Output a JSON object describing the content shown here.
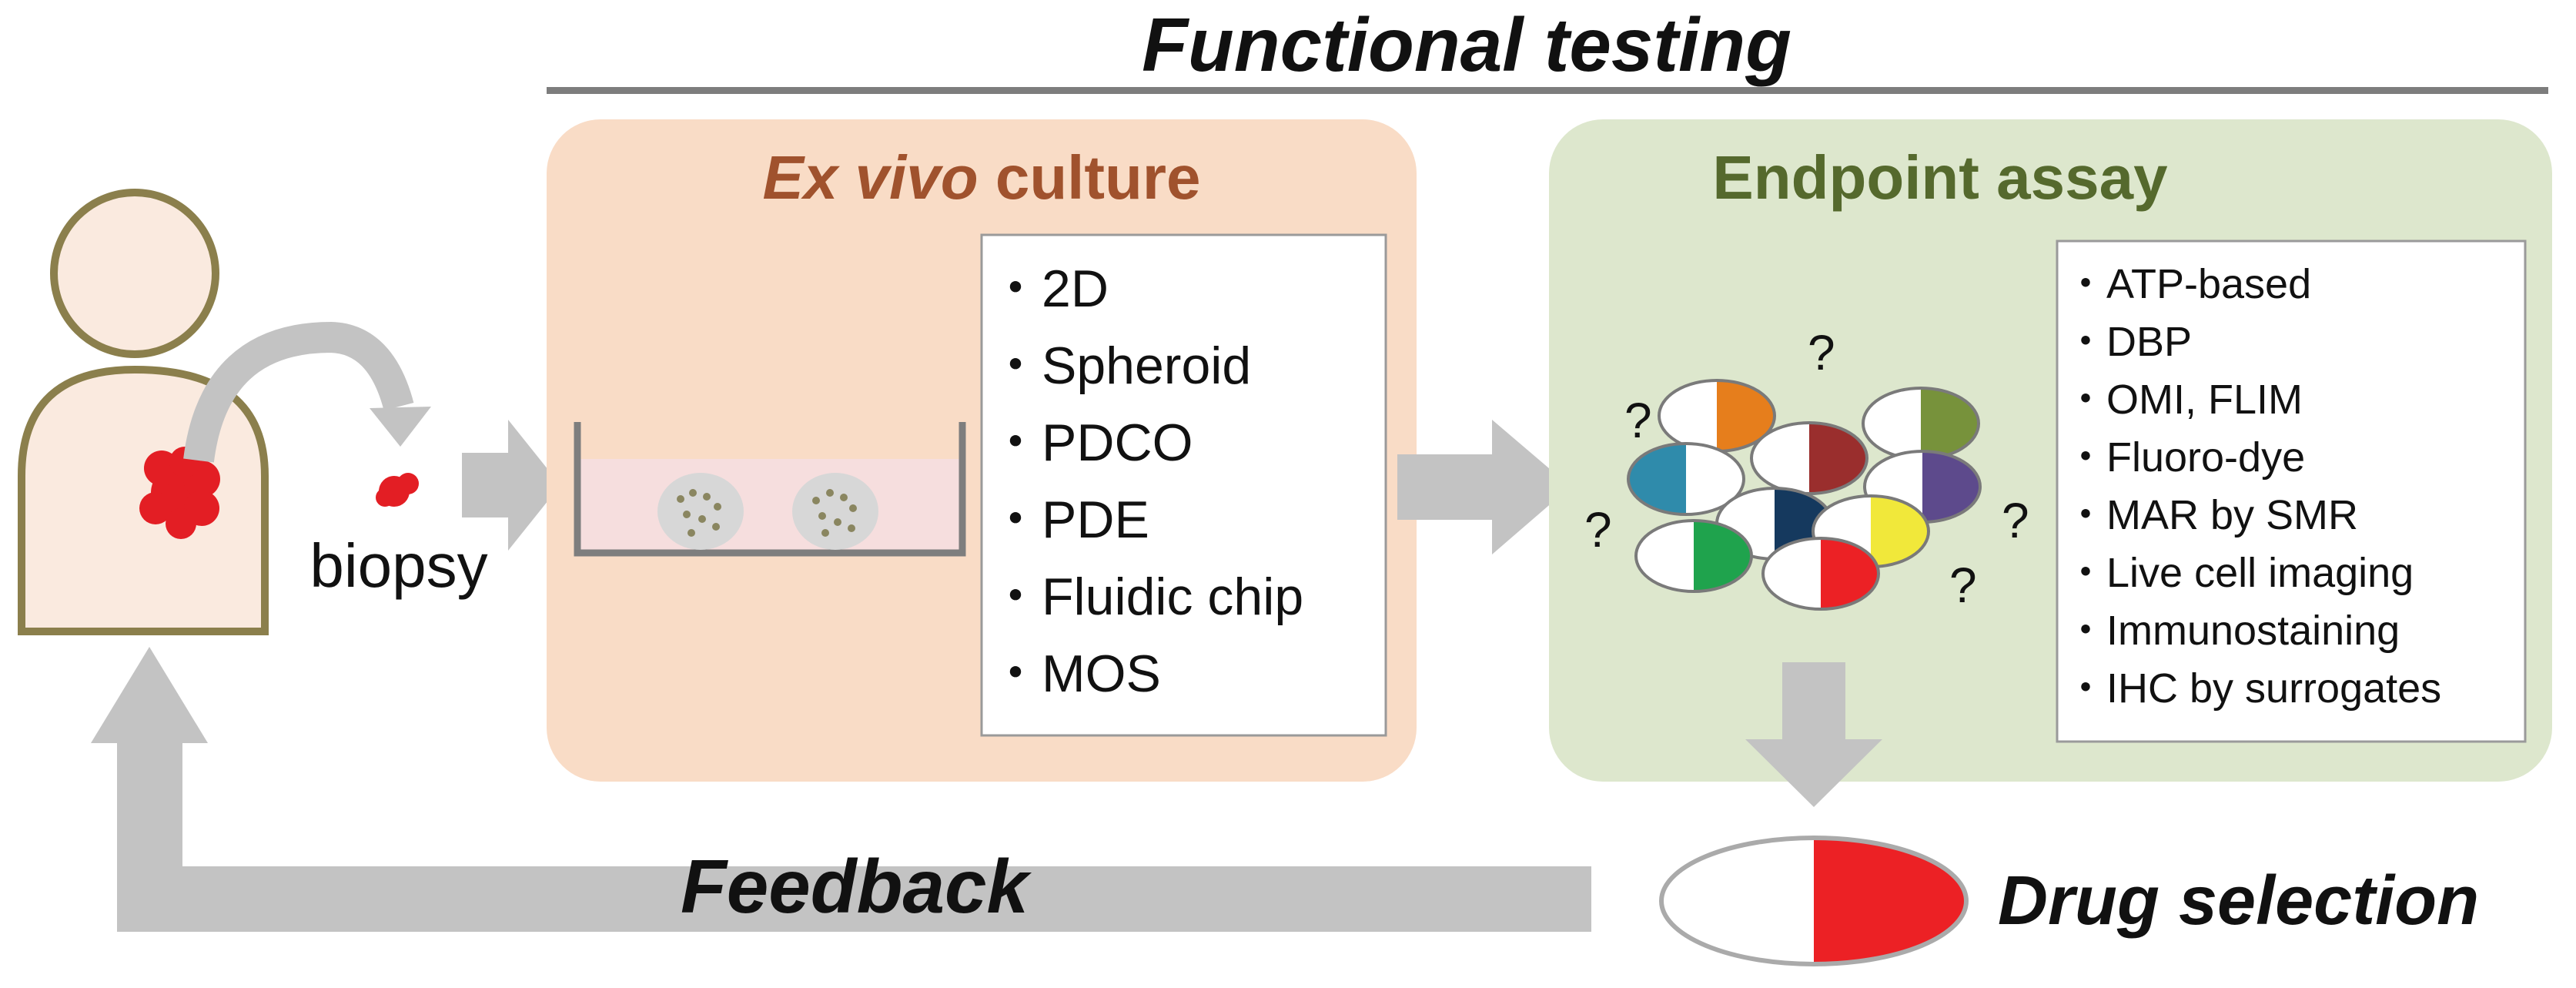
{
  "top_banner": {
    "title": "Functional testing"
  },
  "patient": {
    "biopsy_label": "biopsy"
  },
  "ex_vivo": {
    "title_italic": "Ex vivo",
    "title_rest": " culture",
    "methods": [
      "・2D",
      "・Spheroid",
      "・PDCO",
      "・PDE",
      "・Fluidic chip",
      "・MOS"
    ]
  },
  "endpoint": {
    "title": "Endpoint assay",
    "assays": [
      "・ATP-based",
      "・DBP",
      "・OMI, FLIM",
      "・Fluoro-dye",
      "・MAR by SMR",
      "・Live cell imaging",
      "・Immunostaining",
      "・IHC by surrogates"
    ],
    "question_mark": "?"
  },
  "feedback": {
    "label": "Feedback"
  },
  "drug_selection": {
    "label": "Drug selection"
  },
  "colors": {
    "skin": "#faeadf",
    "body_outline": "#8b7f4c",
    "tumor": "#e31e24",
    "arrow_gray": "#c3c3c3",
    "culture_panel": "#f9dcc6",
    "culture_title": "#a0522d",
    "endpoint_panel": "#dde7cd",
    "endpoint_title": "#55692d",
    "dish_liquid": "#f6dede",
    "spheroid": "#d7d7d7",
    "pill_red": "#ec2125",
    "pill_orange": "#e67e1c",
    "pill_maroon": "#9a2e2d",
    "pill_olive": "#77923b",
    "pill_teal": "#2f8bab",
    "pill_purple": "#5d4a8c",
    "pill_navy": "#15395e",
    "pill_yellow": "#f1e83a",
    "pill_green": "#1fa34d"
  }
}
